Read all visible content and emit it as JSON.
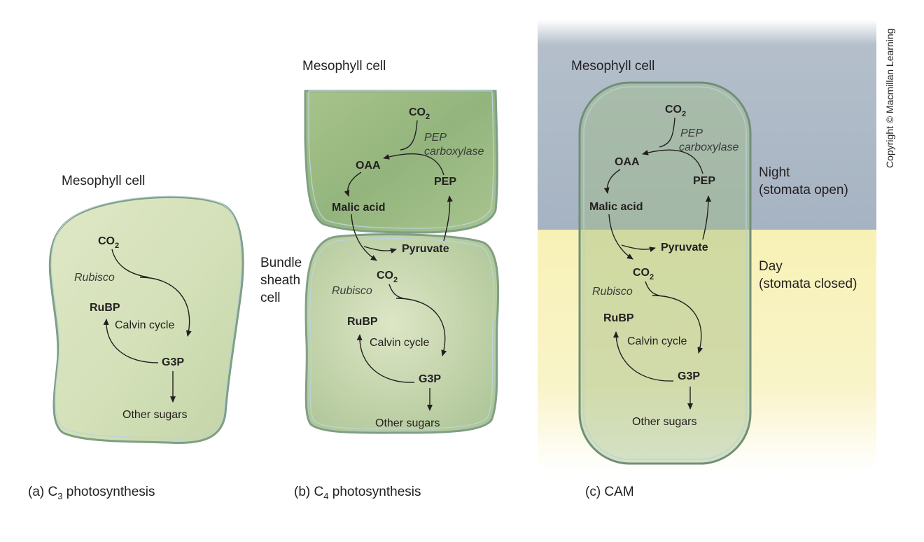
{
  "copyright": "Copyright © Macmillan Learning",
  "colors": {
    "cell_light": "#dfe8c6",
    "cell_mid": "#c6d6a9",
    "cell_dark": "#9fbd86",
    "cell_outline": "#7f9f84",
    "cell_outline_inner": "#b9d1d6",
    "night": "#a9b5c4",
    "day": "#f8f1b6"
  },
  "panel_a": {
    "cell_label": "Mesophyll cell",
    "co2": "CO",
    "co2_sub": "2",
    "rubisco": "Rubisco",
    "rubp": "RuBP",
    "calvin": "Calvin cycle",
    "g3p": "G3P",
    "other_sugars": "Other sugars",
    "caption_prefix": "(a) C",
    "caption_sub": "3",
    "caption_suffix": " photosynthesis"
  },
  "panel_b": {
    "mesophyll_label": "Mesophyll cell",
    "bundle_label_1": "Bundle",
    "bundle_label_2": "sheath",
    "bundle_label_3": "cell",
    "co2_top": "CO",
    "co2_top_sub": "2",
    "pep_carboxylase_1": "PEP",
    "pep_carboxylase_2": "carboxylase",
    "oaa": "OAA",
    "pep": "PEP",
    "malic_acid": "Malic acid",
    "pyruvate": "Pyruvate",
    "co2_bottom": "CO",
    "co2_bottom_sub": "2",
    "rubisco": "Rubisco",
    "rubp": "RuBP",
    "calvin": "Calvin cycle",
    "g3p": "G3P",
    "other_sugars": "Other sugars",
    "caption_prefix": "(b) C",
    "caption_sub": "4",
    "caption_suffix": " photosynthesis"
  },
  "panel_c": {
    "cell_label": "Mesophyll cell",
    "night_1": "Night",
    "night_2": "(stomata open)",
    "day_1": "Day",
    "day_2": "(stomata closed)",
    "co2_top": "CO",
    "co2_top_sub": "2",
    "pep_carboxylase_1": "PEP",
    "pep_carboxylase_2": "carboxylase",
    "oaa": "OAA",
    "pep": "PEP",
    "malic_acid": "Malic acid",
    "pyruvate": "Pyruvate",
    "co2_bottom": "CO",
    "co2_bottom_sub": "2",
    "rubisco": "Rubisco",
    "rubp": "RuBP",
    "calvin": "Calvin cycle",
    "g3p": "G3P",
    "other_sugars": "Other sugars",
    "caption": "(c) CAM"
  }
}
